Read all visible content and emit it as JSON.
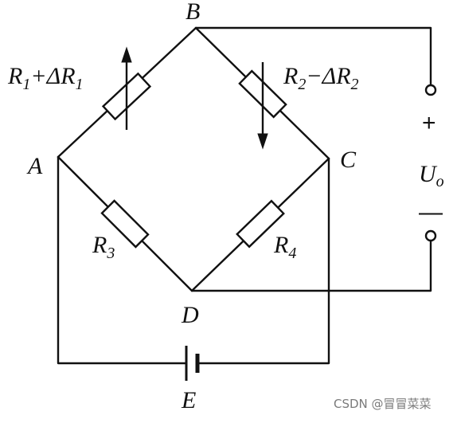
{
  "nodes": {
    "B": "B",
    "A": "A",
    "C": "C",
    "D": "D",
    "E": "E"
  },
  "resistors": {
    "r1": {
      "main": "R",
      "sub": "1",
      "op": "+Δ",
      "main2": "R",
      "sub2": "1"
    },
    "r2": {
      "main": "R",
      "sub": "2",
      "op": "−Δ",
      "main2": "R",
      "sub2": "2"
    },
    "r3": {
      "main": "R",
      "sub": "3"
    },
    "r4": {
      "main": "R",
      "sub": "4"
    }
  },
  "output": {
    "plus": "+",
    "minus": "—",
    "voltage_main": "U",
    "voltage_sub": "o"
  },
  "watermark": "CSDN @冒冒菜菜"
}
